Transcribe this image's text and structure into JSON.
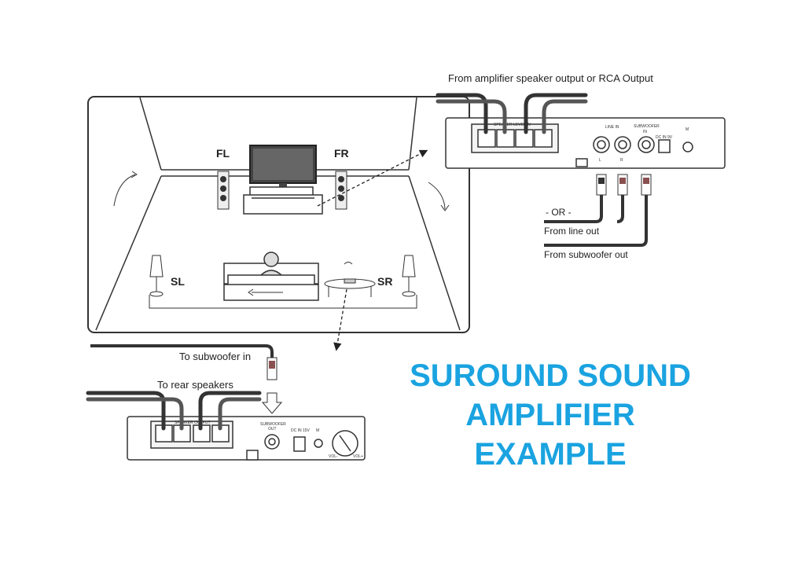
{
  "labels": {
    "from_amp": "From amplifier speaker output or RCA Output",
    "or": "- OR -",
    "from_line": "From line out",
    "from_sub": "From subwoofer out",
    "to_sub": "To subwoofer in",
    "to_rear": "To rear speakers"
  },
  "speakers": {
    "fl": "FL",
    "fr": "FR",
    "sl": "SL",
    "sr": "SR"
  },
  "amp_top": {
    "terminal_label": "SPEAKER LEVEL IN",
    "line_in": "LINE IN",
    "sub_in_1": "SUBWOOFER",
    "sub_in_2": "IN",
    "dc_in": "DC IN 9V",
    "m": "M",
    "l": "L",
    "r": "R"
  },
  "amp_bottom": {
    "terminal_label": "SPEAKER OUTPUT",
    "sub_out_1": "SUBWOOFER",
    "sub_out_2": "OUT",
    "dc_in": "DC IN 15V",
    "m": "M",
    "vol_minus": "VOL-",
    "vol_plus": "VOL+"
  },
  "title": {
    "line1": "SUROUND SOUND",
    "line2": "AMPLIFIER",
    "line3": "EXAMPLE"
  },
  "colors": {
    "title": "#1aa3e0"
  }
}
